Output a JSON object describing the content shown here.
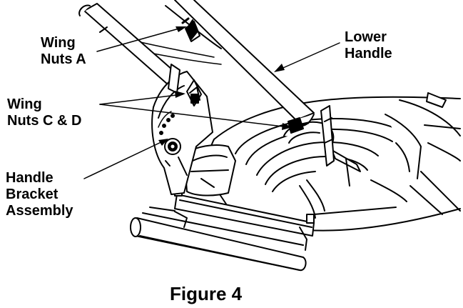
{
  "labels": {
    "wing_nuts_a": {
      "line1": "Wing",
      "line2": "Nuts A"
    },
    "lower_handle": {
      "line1": "Lower",
      "line2": "Handle"
    },
    "wing_nuts_cd": {
      "line1": "Wing",
      "line2": "Nuts C & D"
    },
    "handle_bracket": {
      "line1": "Handle",
      "line2": "Bracket",
      "line3": "Assembly"
    }
  },
  "caption": "Figure 4"
}
